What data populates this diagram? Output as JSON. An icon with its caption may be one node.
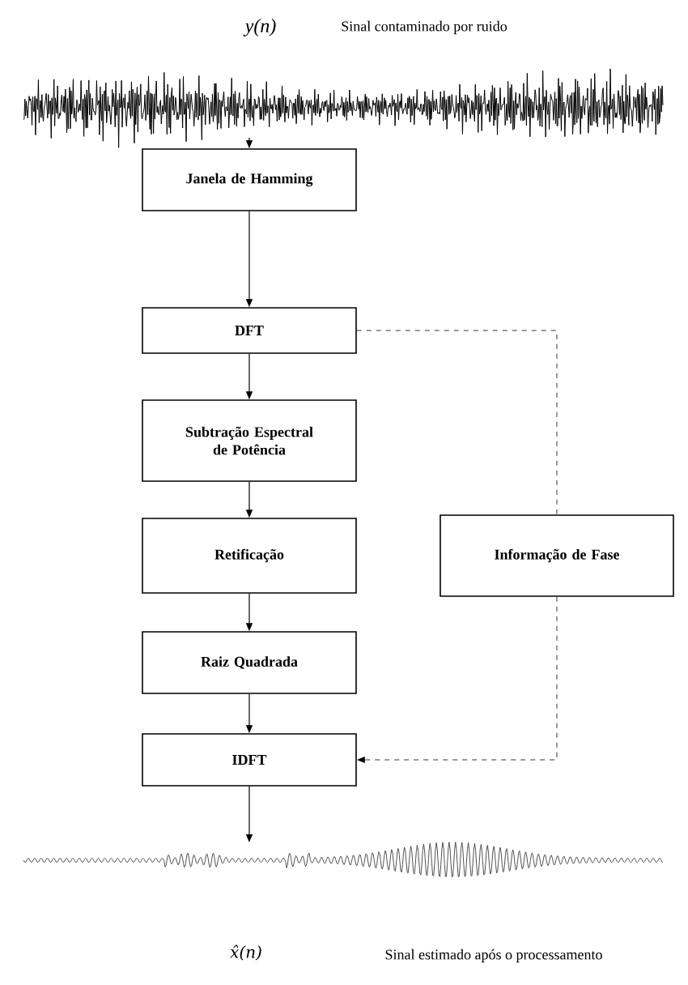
{
  "diagram": {
    "nodes": [
      {
        "text": [],
        "shape": "picture",
        "beside": [
          "y(n)",
          "Sinal contaminado por ruido"
        ]
      },
      {
        "text": [
          "Janela de Hamming"
        ]
      },
      {
        "text": [
          "DFT"
        ]
      },
      {
        "text": [
          "Subtração Espectral de Potência"
        ]
      },
      {
        "text": [
          "Retificação"
        ]
      },
      {
        "text": [
          "Raiz Quadrada"
        ]
      },
      {
        "text": [
          "IDFT"
        ]
      },
      {
        "text": [
          "Informação de Fase"
        ]
      },
      {
        "text": [],
        "shape": "picture"
      }
    ],
    "labels": [
      "x̂(n)",
      "Sinal estimado após o processamento"
    ],
    "edges": [
      {
        "from": 0,
        "to": 1,
        "arrow": "to"
      },
      {
        "from": 1,
        "to": 2,
        "arrow": "to"
      },
      {
        "from": 2,
        "to": 3,
        "arrow": "to"
      },
      {
        "from": 3,
        "to": 4,
        "arrow": "to"
      },
      {
        "from": 4,
        "to": 5,
        "arrow": "to"
      },
      {
        "from": 5,
        "to": 6,
        "arrow": "to"
      },
      {
        "from": 2,
        "to": 7,
        "arrow": "none",
        "style": "dashed"
      },
      {
        "from": 7,
        "to": 6,
        "arrow": "to",
        "style": "dashed"
      },
      {
        "from": 6,
        "to": 8,
        "arrow": "to"
      }
    ]
  }
}
